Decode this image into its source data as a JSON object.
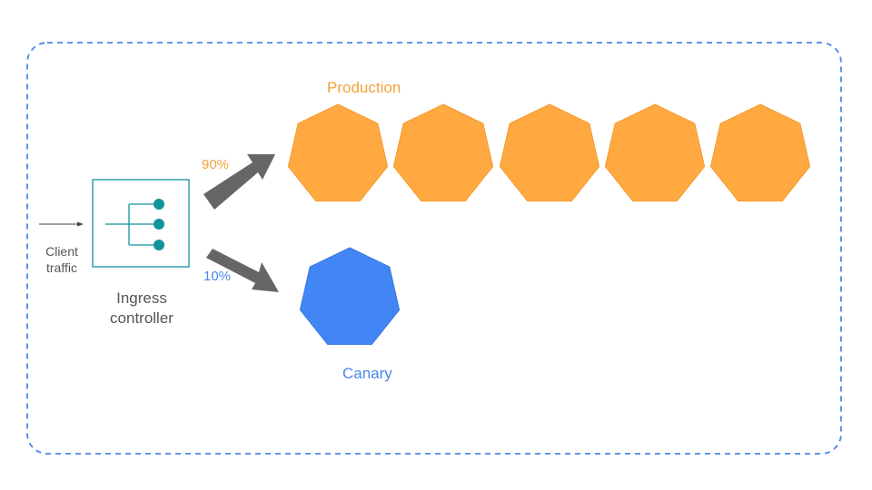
{
  "labels": {
    "production": "Production",
    "canary": "Canary",
    "production_split": "90%",
    "canary_split": "10%",
    "client_line1": "Client",
    "client_line2": "traffic",
    "ingress_line1": "Ingress",
    "ingress_line2": "controller"
  },
  "diagram": {
    "production_pod_count": 5,
    "canary_pod_count": 1,
    "pod_shape": "heptagon",
    "ingress_icon": "ingress-controller-icon"
  },
  "colors": {
    "production": "#ffa940",
    "production_stroke": "#f39a2e",
    "canary": "#4285f4",
    "canary_stroke": "#3b78e0",
    "boundary": "#4a86e8",
    "ingress": "#12939a",
    "arrow": "#666666",
    "client_arrow": "#444444"
  }
}
